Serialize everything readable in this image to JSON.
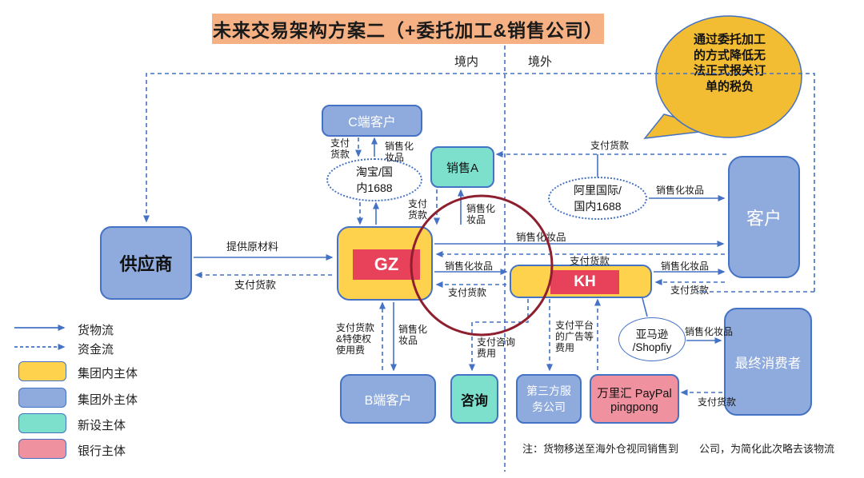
{
  "title": "未来交易架构方案二（+委托加工&销售公司）",
  "regions": {
    "domestic": "境内",
    "overseas": "境外"
  },
  "bubble": {
    "text": "通过委托加工\n的方式降低无\n法正式报关订\n单的税负"
  },
  "nodes": {
    "supplier": {
      "label": "供应商",
      "type": "集团外主体"
    },
    "c_customer": {
      "label": "C端客户",
      "type": "集团外主体"
    },
    "taobao": {
      "label": "淘宝/国\n内1688",
      "type": "平台"
    },
    "sales_a": {
      "label": "销售A",
      "type": "新设主体"
    },
    "gz": {
      "label": "GZ",
      "type": "集团内主体"
    },
    "kh": {
      "label": "KH",
      "type": "集团内主体"
    },
    "ali": {
      "label": "阿里国际/\n国内1688",
      "type": "平台"
    },
    "customer": {
      "label": "客户",
      "type": "集团外主体"
    },
    "b_customer": {
      "label": "B端客户",
      "type": "集团外主体"
    },
    "consulting": {
      "label": "咨询",
      "type": "新设主体"
    },
    "third_party": {
      "label": "第三方服\n务公司",
      "type": "集团外主体"
    },
    "wanlihui": {
      "label": "万里汇 PayPal\npingpong",
      "type": "银行主体"
    },
    "final_consumer": {
      "label": "最终消费者",
      "type": "集团外主体"
    },
    "amazon": {
      "label": "亚马逊\n/Shopfiy",
      "type": "平台"
    }
  },
  "edge_labels": {
    "provide_raw": "提供原材料",
    "pay_supplier": "支付货款",
    "c_pay": "支付\n货款",
    "c_sell": "销售化\n妆品",
    "salesa_pay": "支付\n货款",
    "salesa_sell": "销售化\n妆品",
    "customer_pay_salesa": "支付货款",
    "ali_sell": "销售化妆品",
    "gz_sell_customer": "销售化妆品",
    "customer_pay_gz": "支付货款",
    "gz_sell_kh": "销售化妆品",
    "kh_pay_gz": "支付货款",
    "kh_sell_customer": "销售化妆品",
    "customer_pay_kh": "支付货款",
    "b_pay": "支付货款\n&特使权\n使用费",
    "b_sell": "销售化\n妆品",
    "consult_fee": "支付咨询\n费用",
    "platform_ad_fee": "支付平台\n的广告等\n费用",
    "amazon_sell": "销售化妆品",
    "consumer_pay": "支付货款"
  },
  "legend": {
    "items": [
      {
        "label": "货物流",
        "type": "solid-arrow"
      },
      {
        "label": "资金流",
        "type": "dashed-arrow"
      },
      {
        "label": "集团内主体",
        "color": "#FFD24E"
      },
      {
        "label": "集团外主体",
        "color": "#8FAADC"
      },
      {
        "label": "新设主体",
        "color": "#7CE0CC"
      },
      {
        "label": "银行主体",
        "color": "#F0919F"
      }
    ]
  },
  "note": "注：货物移送至海外仓视同销售到　　公司，为简化此次略去该物流",
  "colors": {
    "group_internal": "#FFD24E",
    "group_external": "#8FAADC",
    "new_entity": "#7CE0CC",
    "bank_entity": "#F0919F",
    "flow_line": "#4472C4",
    "core_red": "#E8415A",
    "highlight_circle": "#8E1F2F",
    "bubble_fill": "#F2BC33",
    "title_bg": "#F5B183"
  }
}
